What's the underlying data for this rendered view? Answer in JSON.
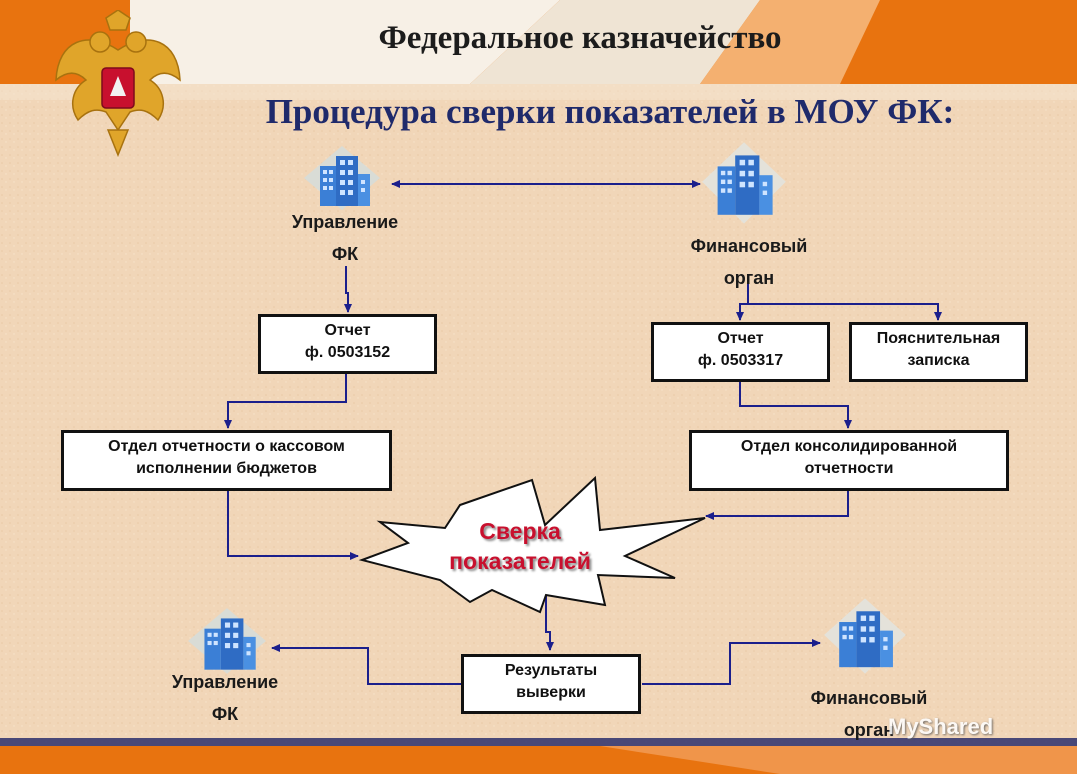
{
  "header": {
    "title": "Федеральное казначейство"
  },
  "slide": {
    "title": "Процедура сверки показателей в МОУ ФК:"
  },
  "nodes": {
    "top_left_line1": "Управление",
    "top_left_line2": "ФК",
    "top_right_line1": "Финансовый",
    "top_right_line2": "орган",
    "report_left_line1": "Отчет",
    "report_left_line2": "ф. 0503152",
    "report_right_line1": "Отчет",
    "report_right_line2": "ф. 0503317",
    "note_line1": "Пояснительная",
    "note_line2": "записка",
    "dept_left_line1": "Отдел отчетности о кассовом",
    "dept_left_line2": "исполнении бюджетов",
    "dept_right_line1": "Отдел консолидированной",
    "dept_right_line2": "отчетности",
    "center_line1": "Сверка",
    "center_line2": "показателей",
    "result_line1": "Результаты",
    "result_line2": "выверки",
    "bottom_left_line1": "Управление",
    "bottom_left_line2": "ФК",
    "bottom_right_line1": "Финансовый",
    "bottom_right_line2": "орган"
  },
  "watermark": "MyShared",
  "icons": [
    "russian-coat-of-arms",
    "building-icon"
  ],
  "colors": {
    "header_orange": "#e8730f",
    "stripe_navy": "#2b2f6b",
    "connector_blue": "#1b1f8c",
    "accent_red": "#c8102e"
  }
}
